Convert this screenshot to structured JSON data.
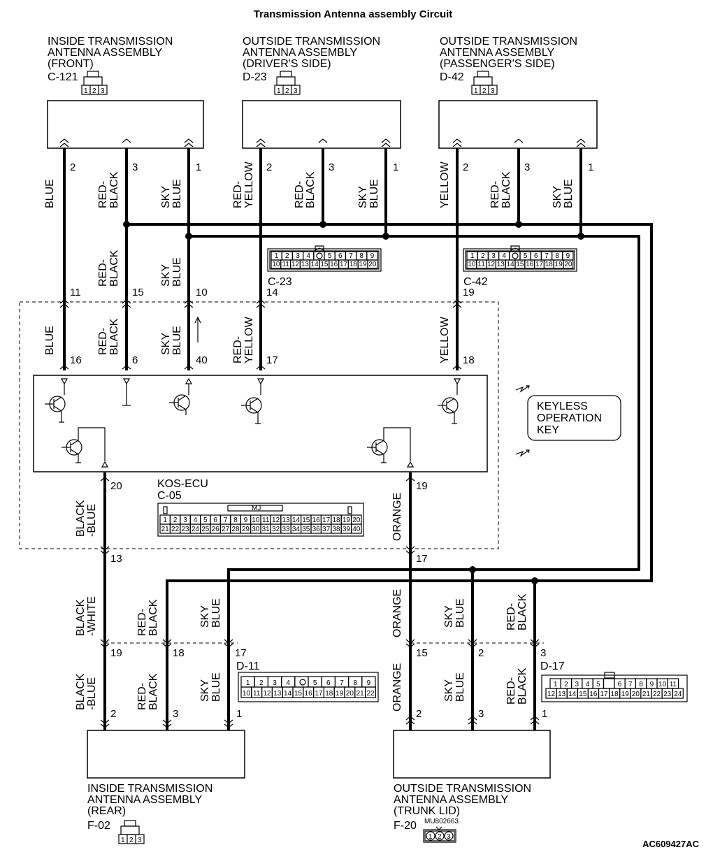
{
  "title": "Transmission Antenna assembly Circuit",
  "figure_id": "AC609427AC",
  "components": {
    "front": {
      "line1": "INSIDE TRANSMISSION",
      "line2": "ANTENNA ASSEMBLY",
      "line3": "(FRONT)",
      "connector": "C-121"
    },
    "driver": {
      "line1": "OUTSIDE TRANSMISSION",
      "line2": "ANTENNA ASSEMBLY",
      "line3": "(DRIVER'S SIDE)",
      "connector": "D-23"
    },
    "passenger": {
      "line1": "OUTSIDE TRANSMISSION",
      "line2": "ANTENNA ASSEMBLY",
      "line3": "(PASSENGER'S SIDE)",
      "connector": "D-42"
    },
    "rear": {
      "line1": "INSIDE TRANSMISSION",
      "line2": "ANTENNA ASSEMBLY",
      "line3": "(REAR)",
      "connector": "F-02"
    },
    "trunk": {
      "line1": "OUTSIDE TRANSMISSION",
      "line2": "ANTENNA ASSEMBLY",
      "line3": "(TRUNK LID)",
      "connector": "F-20",
      "part_no": "MU802663"
    },
    "ecu": {
      "name": "KOS-ECU",
      "connector": "C-05",
      "mark": "MJ"
    },
    "key": {
      "line1": "KEYLESS",
      "line2": "OPERATION",
      "line3": "KEY"
    }
  },
  "small_connector_pins": [
    "1",
    "2",
    "3"
  ],
  "connector_labels": {
    "c23": "C-23",
    "c42": "C-42",
    "d11": "D-11",
    "d17": "D-17"
  },
  "connector_grids": {
    "c23_row1": [
      "1",
      "2",
      "3",
      "4",
      "",
      "5",
      "6",
      "7",
      "8",
      "9"
    ],
    "c23_row2": [
      "10",
      "11",
      "12",
      "13",
      "14",
      "15",
      "16",
      "17",
      "18",
      "19",
      "20"
    ],
    "c05_row1": [
      "1",
      "2",
      "3",
      "4",
      "5",
      "6",
      "7",
      "8",
      "9",
      "10",
      "11",
      "12",
      "13",
      "14",
      "15",
      "16",
      "17",
      "18",
      "19",
      "20"
    ],
    "c05_row2": [
      "21",
      "22",
      "23",
      "24",
      "25",
      "26",
      "27",
      "28",
      "29",
      "30",
      "31",
      "32",
      "33",
      "34",
      "35",
      "36",
      "37",
      "38",
      "39",
      "40"
    ],
    "d11_row1": [
      "1",
      "2",
      "3",
      "4",
      "",
      "5",
      "6",
      "7",
      "8",
      "9"
    ],
    "d11_row2": [
      "10",
      "11",
      "12",
      "13",
      "14",
      "15",
      "16",
      "17",
      "18",
      "19",
      "20",
      "21",
      "22"
    ],
    "d17_row1": [
      "1",
      "2",
      "3",
      "4",
      "5",
      "",
      "6",
      "7",
      "8",
      "9",
      "10",
      "11"
    ],
    "d17_row2": [
      "12",
      "13",
      "14",
      "15",
      "16",
      "17",
      "18",
      "19",
      "20",
      "21",
      "22",
      "23",
      "24"
    ]
  },
  "wires": {
    "blue": "BLUE",
    "red_black_1": "RED-",
    "red_black_2": "BLACK",
    "sky_blue_1": "SKY",
    "sky_blue_2": "BLUE",
    "red_yellow_1": "RED-",
    "red_yellow_2": "YELLOW",
    "yellow": "YELLOW",
    "black_blue_1": "BLACK",
    "black_blue_2": "-BLUE",
    "black_white_1": "BLACK",
    "black_white_2": "-WHITE",
    "orange": "ORANGE"
  },
  "pins": {
    "front_blue": "2",
    "front_rb": "3",
    "front_sb": "1",
    "drv_ry": "2",
    "drv_rb": "3",
    "drv_sb": "1",
    "pas_y": "2",
    "pas_rb": "3",
    "pas_sb": "1",
    "c23_blue": "11",
    "c23_rb": "15",
    "c23_sb": "10",
    "c23_ry": "14",
    "c42_y": "19",
    "ecu_blue": "16",
    "ecu_rb": "6",
    "ecu_sb": "40",
    "ecu_ry": "17",
    "ecu_y": "18",
    "ecu_bb": "20",
    "ecu_or": "19",
    "c23_bb": "13",
    "c42_or": "17",
    "d11_bw": "19",
    "d11_rb": "18",
    "d11_sb": "17",
    "d17_or": "15",
    "d17_sb": "2",
    "d17_rb": "3",
    "rear_bb": "2",
    "rear_rb": "3",
    "rear_sb": "1",
    "trunk_or": "2",
    "trunk_sb": "3",
    "trunk_rb": "1"
  }
}
